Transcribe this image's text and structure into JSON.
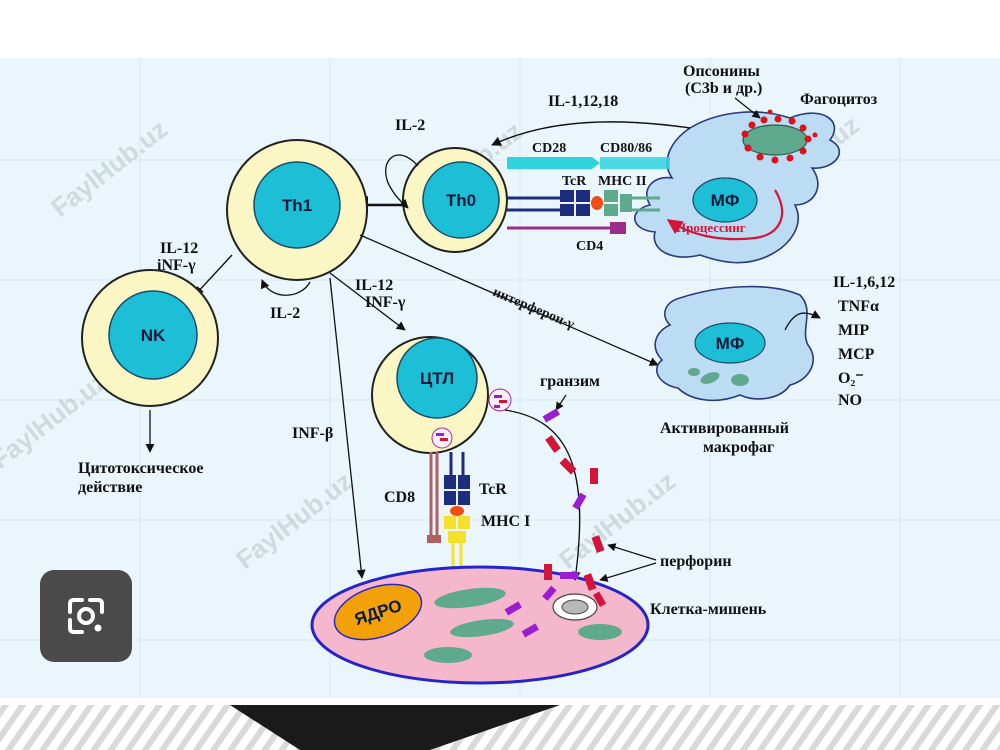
{
  "watermark": "FaylHub.uz",
  "cells": {
    "th1": "Th1",
    "th0": "Th0",
    "nk": "NK",
    "ctl": "ЦТЛ",
    "mf_top": "МФ",
    "mf_activated": "МФ",
    "nucleus": "ЯДРО"
  },
  "labels": {
    "opsonins": "Опсонины",
    "opsonins_sub": "(C3b и др.)",
    "phagocytosis": "Фагоцитоз",
    "il_1_12_18": "IL-1,12,18",
    "il2_top": "IL-2",
    "cd28": "CD28",
    "cd80_86": "CD80/86",
    "tcr_top": "TcR",
    "mhc2": "MHC II",
    "cd4": "CD4",
    "processing": "Процессинг",
    "il12_nk": "IL-12",
    "inf_nk": "iNF-γ",
    "il2_bottom": "IL-2",
    "il12_ctl": "IL-12",
    "inf_ctl": "INF-γ",
    "interferon": "интерферон-γ",
    "inf_beta": "INF-β",
    "cytotoxic1": "Цитотоксическое",
    "cytotoxic2": "действие",
    "granzyme": "гранзим",
    "cd8": "CD8",
    "tcr_bottom": "TcR",
    "mhc1": "MHC I",
    "perforin": "перфорин",
    "target_cell": "Клетка-мишень",
    "activated1": "Активированный",
    "activated2": "макрофаг",
    "cyt_il": "IL-1,6,12",
    "cyt_tnf": "TNFα",
    "cyt_mip": "MIP",
    "cyt_mcp": "MCP",
    "cyt_o2": "O₂⁻",
    "cyt_no": "NO"
  },
  "icons": {
    "lens": "google-lens-icon"
  },
  "colors": {
    "panel_bg": "#eaf6fb",
    "cell_outer": "#fbf7c4",
    "cell_inner": "#1dbfd6",
    "macrophage": "#bcdcf3",
    "target_fill": "#f5b7cc",
    "target_stroke": "#2424c8",
    "nucleus": "#f2a10b",
    "perforin": "#d4143a",
    "granzyme": "#9a1ed0",
    "tcr": "#1c2c7e",
    "cd28": "#2fd3e0",
    "mhc2": "#5fa98f",
    "mhc1": "#f4e22a"
  }
}
